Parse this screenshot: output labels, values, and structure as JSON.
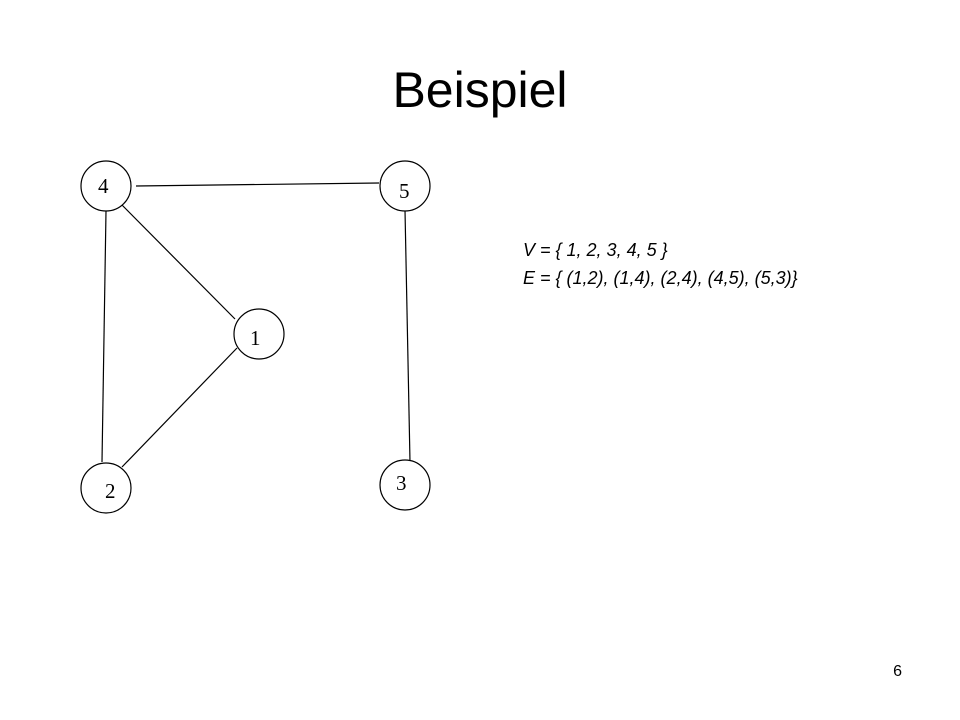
{
  "slide": {
    "title": "Beispiel",
    "page_number": "6"
  },
  "graph": {
    "nodes": [
      {
        "id": "4",
        "label": "4"
      },
      {
        "id": "5",
        "label": "5"
      },
      {
        "id": "1",
        "label": "1"
      },
      {
        "id": "2",
        "label": "2"
      },
      {
        "id": "3",
        "label": "3"
      }
    ],
    "edges": [
      {
        "from": "1",
        "to": "2"
      },
      {
        "from": "1",
        "to": "4"
      },
      {
        "from": "2",
        "to": "4"
      },
      {
        "from": "4",
        "to": "5"
      },
      {
        "from": "5",
        "to": "3"
      }
    ]
  },
  "definitions": {
    "vertices": "V = { 1, 2, 3, 4, 5 }",
    "edges": "E = { (1,2), (1,4), (2,4), (4,5), (5,3)}"
  }
}
